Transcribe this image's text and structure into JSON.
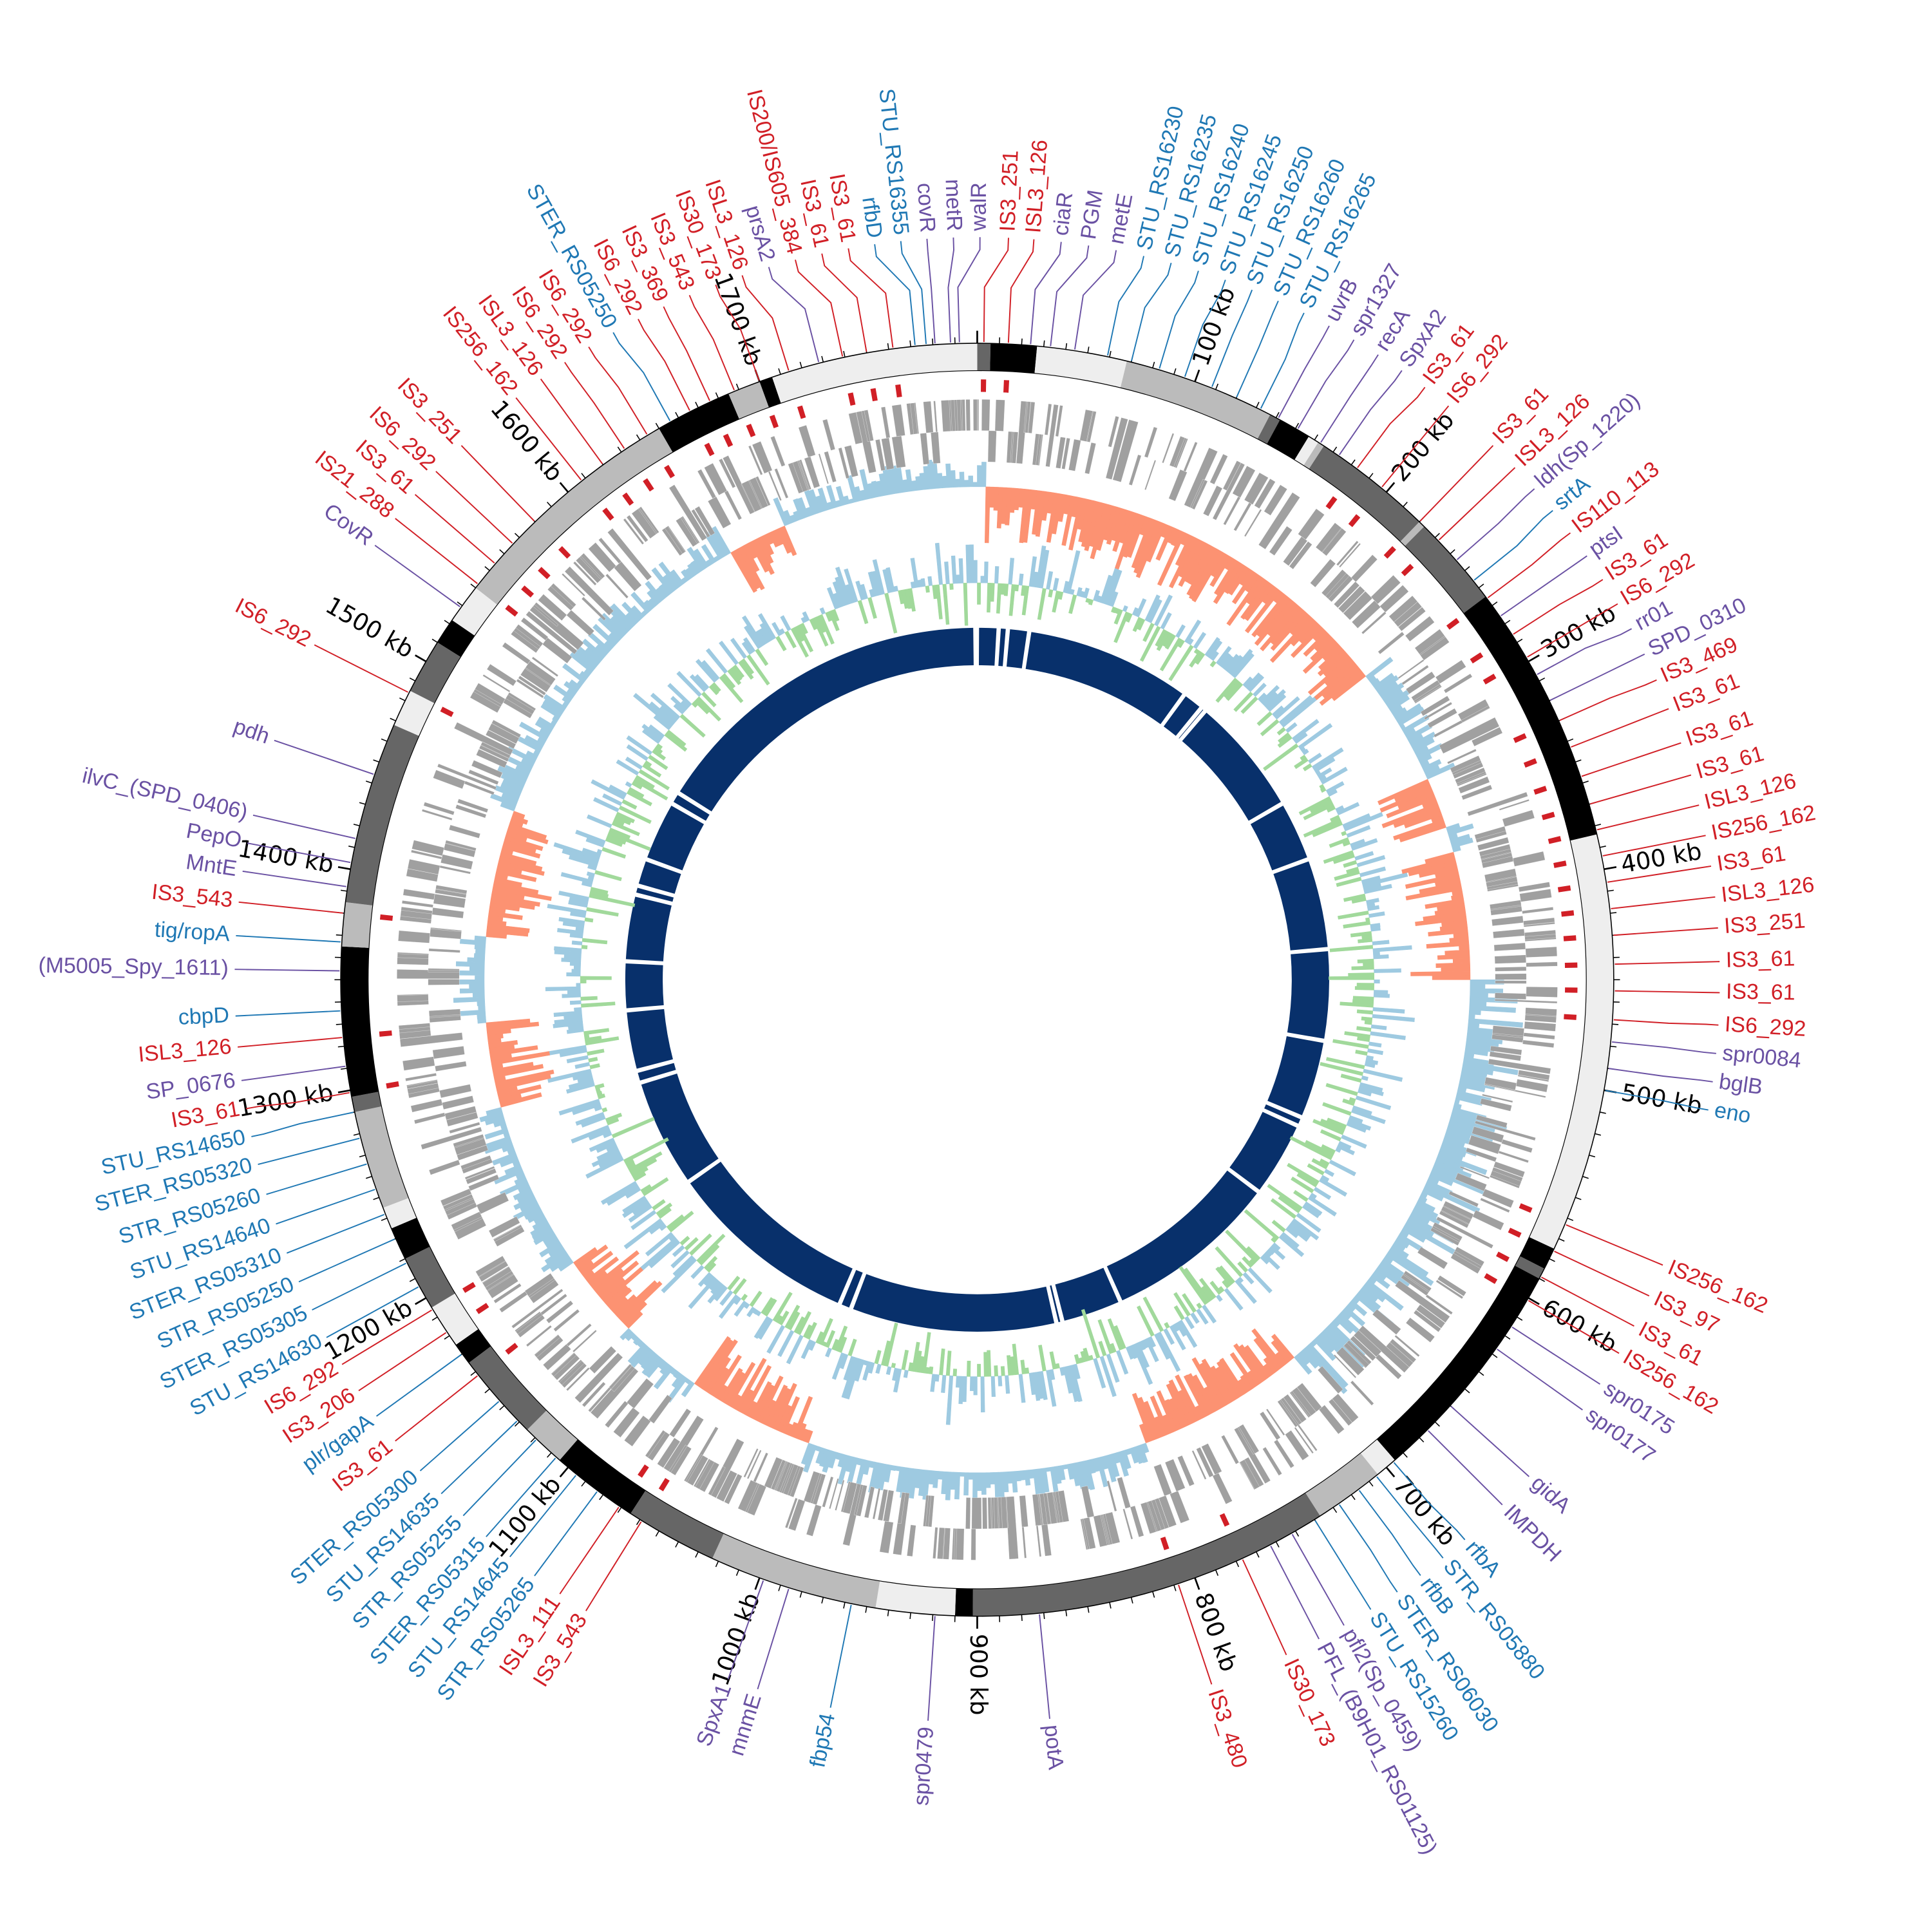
{
  "colors": {
    "is_element": "#d11f26",
    "gene_purple": "#6a51a3",
    "gene_blue": "#1f78b4",
    "skew_positive": "#9ecae1",
    "skew_negative": "#fc9272",
    "gc_positive": "#9ecae1",
    "gc_negative": "#a1d99b",
    "core_ring": "#08306b",
    "gene_blocks": "#a0a0a0"
  },
  "kb_unit": "kb",
  "kb_ticks": [
    100,
    200,
    300,
    400,
    500,
    600,
    700,
    800,
    900,
    1000,
    1100,
    1200,
    1300,
    1400,
    1500,
    1600,
    1700
  ],
  "ideogram_bands": [
    [
      0,
      6,
      "#666666"
    ],
    [
      6,
      27,
      "#000000"
    ],
    [
      27,
      68,
      "#eeeeee"
    ],
    [
      68,
      137,
      "#bbbbbb"
    ],
    [
      137,
      142,
      "#666666"
    ],
    [
      142,
      157,
      "#000000"
    ],
    [
      157,
      162,
      "#eeeeee"
    ],
    [
      162,
      165,
      "#bbbbbb"
    ],
    [
      165,
      220,
      "#666666"
    ],
    [
      220,
      223,
      "#bbbbbb"
    ],
    [
      223,
      265,
      "#666666"
    ],
    [
      265,
      384,
      "#000000"
    ],
    [
      384,
      575,
      "#eeeeee"
    ],
    [
      575,
      585,
      "#000000"
    ],
    [
      585,
      590,
      "#666666"
    ],
    [
      590,
      695,
      "#000000"
    ],
    [
      695,
      705,
      "#eeeeee"
    ],
    [
      705,
      737,
      "#bbbbbb"
    ],
    [
      737,
      902,
      "#666666"
    ],
    [
      902,
      910,
      "#000000"
    ],
    [
      910,
      946,
      "#eeeeee"
    ],
    [
      946,
      1023,
      "#bbbbbb"
    ],
    [
      1023,
      1065,
      "#666666"
    ],
    [
      1065,
      1105,
      "#000000"
    ],
    [
      1105,
      1125,
      "#bbbbbb"
    ],
    [
      1125,
      1165,
      "#666666"
    ],
    [
      1165,
      1175,
      "#000000"
    ],
    [
      1175,
      1195,
      "#eeeeee"
    ],
    [
      1195,
      1220,
      "#666666"
    ],
    [
      1220,
      1235,
      "#000000"
    ],
    [
      1235,
      1245,
      "#eeeeee"
    ],
    [
      1245,
      1290,
      "#bbbbbb"
    ],
    [
      1290,
      1297,
      "#666666"
    ],
    [
      1297,
      1365,
      "#000000"
    ],
    [
      1365,
      1385,
      "#bbbbbb"
    ],
    [
      1385,
      1468,
      "#666666"
    ],
    [
      1468,
      1485,
      "#eeeeee"
    ],
    [
      1485,
      1510,
      "#666666"
    ],
    [
      1510,
      1522,
      "#000000"
    ],
    [
      1522,
      1540,
      "#eeeeee"
    ],
    [
      1540,
      1650,
      "#bbbbbb"
    ],
    [
      1650,
      1685,
      "#000000"
    ],
    [
      1685,
      1700,
      "#bbbbbb"
    ],
    [
      1700,
      1706,
      "#000000"
    ],
    [
      1706,
      1800,
      "#eeeeee"
    ]
  ],
  "labels": [
    {
      "text": "IS3_251",
      "kb": 3,
      "t": "r"
    },
    {
      "text": "ISL3_126",
      "kb": 14,
      "t": "r"
    },
    {
      "text": "ciaR",
      "kb": 24,
      "t": "p"
    },
    {
      "text": "PGM",
      "kb": 33,
      "t": "p"
    },
    {
      "text": "metE",
      "kb": 44,
      "t": "p"
    },
    {
      "text": "STU_RS16230",
      "kb": 59,
      "t": "b"
    },
    {
      "text": "STU_RS16235",
      "kb": 70,
      "t": "b"
    },
    {
      "text": "STU_RS16240",
      "kb": 83,
      "t": "b"
    },
    {
      "text": "STU_RS16245",
      "kb": 95,
      "t": "b"
    },
    {
      "text": "STU_RS16250",
      "kb": 108,
      "t": "b"
    },
    {
      "text": "STU_RS16260",
      "kb": 120,
      "t": "b"
    },
    {
      "text": "STU_RS16265",
      "kb": 132,
      "t": "b"
    },
    {
      "text": "uvrB",
      "kb": 141,
      "t": "p"
    },
    {
      "text": "spr1327",
      "kb": 151,
      "t": "p"
    },
    {
      "text": "recA",
      "kb": 163,
      "t": "p"
    },
    {
      "text": "SpxA2",
      "kb": 173,
      "t": "p"
    },
    {
      "text": "IS3_61",
      "kb": 183,
      "t": "r"
    },
    {
      "text": "IS6_292",
      "kb": 197,
      "t": "r"
    },
    {
      "text": "IS3_61",
      "kb": 220,
      "t": "r"
    },
    {
      "text": "ISL3_126",
      "kb": 232,
      "t": "r"
    },
    {
      "text": "ldh(Sp_1220)",
      "kb": 244,
      "t": "p"
    },
    {
      "text": "srtA",
      "kb": 256,
      "t": "b"
    },
    {
      "text": "IS110_113",
      "kb": 266,
      "t": "r"
    },
    {
      "text": "ptsI",
      "kb": 276,
      "t": "p"
    },
    {
      "text": "IS3_61",
      "kb": 286,
      "t": "r"
    },
    {
      "text": "IS6_292",
      "kb": 298,
      "t": "r"
    },
    {
      "text": "rr01",
      "kb": 307,
      "t": "p"
    },
    {
      "text": "SPD_0310",
      "kb": 320,
      "t": "p"
    },
    {
      "text": "IS3_469",
      "kb": 330,
      "t": "r"
    },
    {
      "text": "IS3_61",
      "kb": 343,
      "t": "r"
    },
    {
      "text": "IS3_61",
      "kb": 357,
      "t": "r"
    },
    {
      "text": "IS3_61",
      "kb": 370,
      "t": "r"
    },
    {
      "text": "ISL3_126",
      "kb": 382,
      "t": "r"
    },
    {
      "text": "IS256_162",
      "kb": 394,
      "t": "r"
    },
    {
      "text": "IS3_61",
      "kb": 406,
      "t": "r"
    },
    {
      "text": "ISL3_126",
      "kb": 418,
      "t": "r"
    },
    {
      "text": "IS3_251",
      "kb": 430,
      "t": "r"
    },
    {
      "text": "IS3_61",
      "kb": 443,
      "t": "r"
    },
    {
      "text": "IS3_61",
      "kb": 455,
      "t": "r"
    },
    {
      "text": "IS6_292",
      "kb": 468,
      "t": "r"
    },
    {
      "text": "spr0084",
      "kb": 478,
      "t": "p"
    },
    {
      "text": "bglB",
      "kb": 490,
      "t": "p"
    },
    {
      "text": "eno",
      "kb": 500,
      "t": "b"
    },
    {
      "text": "IS256_162",
      "kb": 563,
      "t": "r"
    },
    {
      "text": "IS3_97",
      "kb": 576,
      "t": "r"
    },
    {
      "text": "IS3_61",
      "kb": 589,
      "t": "r"
    },
    {
      "text": "IS256_162",
      "kb": 601,
      "t": "r"
    },
    {
      "text": "spr0175",
      "kb": 615,
      "t": "p"
    },
    {
      "text": "spr0177",
      "kb": 627,
      "t": "p"
    },
    {
      "text": "gidA",
      "kb": 660,
      "t": "p"
    },
    {
      "text": "IMPDH",
      "kb": 675,
      "t": "p"
    },
    {
      "text": "rfbA",
      "kb": 696,
      "t": "b"
    },
    {
      "text": "STR_RS05880",
      "kb": 706,
      "t": "b"
    },
    {
      "text": "rfbB",
      "kb": 716,
      "t": "b"
    },
    {
      "text": "STER_RS06030",
      "kb": 727,
      "t": "b"
    },
    {
      "text": "STU_RS15260",
      "kb": 740,
      "t": "b"
    },
    {
      "text": "pfl2(Sp_0459)",
      "kb": 752,
      "t": "p"
    },
    {
      "text": "PFL_(B9H01_RS01125)",
      "kb": 763,
      "t": "p"
    },
    {
      "text": "IS30_173",
      "kb": 777,
      "t": "r"
    },
    {
      "text": "IS3_480",
      "kb": 808,
      "t": "r"
    },
    {
      "text": "potA",
      "kb": 872,
      "t": "p"
    },
    {
      "text": "spr0479",
      "kb": 919,
      "t": "p"
    },
    {
      "text": "fbp54",
      "kb": 957,
      "t": "b"
    },
    {
      "text": "mnmE",
      "kb": 986,
      "t": "p"
    },
    {
      "text": "SpxA1",
      "kb": 998,
      "t": "p"
    },
    {
      "text": "IS3_543",
      "kb": 1059,
      "t": "r"
    },
    {
      "text": "ISL3_111",
      "kb": 1071,
      "t": "r"
    },
    {
      "text": "STR_RS05265",
      "kb": 1083,
      "t": "b"
    },
    {
      "text": "STU_RS14645",
      "kb": 1095,
      "t": "b"
    },
    {
      "text": "STER_RS05315",
      "kb": 1107,
      "t": "b"
    },
    {
      "text": "STR_RS05255",
      "kb": 1119,
      "t": "b"
    },
    {
      "text": "STU_RS14635",
      "kb": 1131,
      "t": "b"
    },
    {
      "text": "STER_RS05300",
      "kb": 1143,
      "t": "b"
    },
    {
      "text": "IS3_61",
      "kb": 1158,
      "t": "r"
    },
    {
      "text": "plr/gapA",
      "kb": 1170,
      "t": "b"
    },
    {
      "text": "IS3_206",
      "kb": 1182,
      "t": "r"
    },
    {
      "text": "IS6_292",
      "kb": 1194,
      "t": "r"
    },
    {
      "text": "STU_RS14630",
      "kb": 1206,
      "t": "b"
    },
    {
      "text": "STER_RS05305",
      "kb": 1218,
      "t": "b"
    },
    {
      "text": "STR_RS05250",
      "kb": 1230,
      "t": "b"
    },
    {
      "text": "STER_RS05310",
      "kb": 1242,
      "t": "b"
    },
    {
      "text": "STU_RS14640",
      "kb": 1254,
      "t": "b"
    },
    {
      "text": "STR_RS05260",
      "kb": 1266,
      "t": "b"
    },
    {
      "text": "STER_RS05320",
      "kb": 1278,
      "t": "b"
    },
    {
      "text": "STU_RS14650",
      "kb": 1290,
      "t": "b"
    },
    {
      "text": "IS3_61",
      "kb": 1299,
      "t": "r"
    },
    {
      "text": "SP_0676",
      "kb": 1311,
      "t": "p"
    },
    {
      "text": "ISL3_126",
      "kb": 1324,
      "t": "r"
    },
    {
      "text": "cbpD",
      "kb": 1336,
      "t": "b"
    },
    {
      "text": "(M5005_Spy_1611)",
      "kb": 1354,
      "t": "p"
    },
    {
      "text": "tig/ropA",
      "kb": 1367,
      "t": "b"
    },
    {
      "text": "IS3_543",
      "kb": 1380,
      "t": "r"
    },
    {
      "text": "MntE",
      "kb": 1392,
      "t": "p"
    },
    {
      "text": "PepO",
      "kb": 1403,
      "t": "p"
    },
    {
      "text": "ilvC_(SPD_0406)",
      "kb": 1414,
      "t": "p"
    },
    {
      "text": "pdh",
      "kb": 1444,
      "t": "p"
    },
    {
      "text": "IS6_292",
      "kb": 1484,
      "t": "r"
    },
    {
      "text": "CovR",
      "kb": 1529,
      "t": "p"
    },
    {
      "text": "IS21_288",
      "kb": 1542,
      "t": "r"
    },
    {
      "text": "IS3_61",
      "kb": 1554,
      "t": "r"
    },
    {
      "text": "IS6_292",
      "kb": 1566,
      "t": "r"
    },
    {
      "text": "IS3_251",
      "kb": 1580,
      "t": "r"
    },
    {
      "text": "IS256_162",
      "kb": 1608,
      "t": "r"
    },
    {
      "text": "ISL3_126",
      "kb": 1620,
      "t": "r"
    },
    {
      "text": "IS6_292",
      "kb": 1632,
      "t": "r"
    },
    {
      "text": "IS6_292",
      "kb": 1644,
      "t": "r"
    },
    {
      "text": "STER_RS05250",
      "kb": 1656,
      "t": "b"
    },
    {
      "text": "IS6_292",
      "kb": 1666,
      "t": "r"
    },
    {
      "text": "IS3_369",
      "kb": 1676,
      "t": "r"
    },
    {
      "text": "IS3_543",
      "kb": 1688,
      "t": "r"
    },
    {
      "text": "IS30_173",
      "kb": 1700,
      "t": "r"
    },
    {
      "text": "ISL3_126",
      "kb": 1714,
      "t": "r"
    },
    {
      "text": "prsA2",
      "kb": 1728,
      "t": "p"
    },
    {
      "text": "IS200/IS605_384",
      "kb": 1739,
      "t": "r"
    },
    {
      "text": "IS3_61",
      "kb": 1750,
      "t": "r"
    },
    {
      "text": "IS3_61",
      "kb": 1762,
      "t": "r"
    },
    {
      "text": "rfbD",
      "kb": 1772,
      "t": "b"
    },
    {
      "text": "STU_RS16355",
      "kb": 1777,
      "t": "b"
    },
    {
      "text": "covR",
      "kb": 1781,
      "t": "p"
    },
    {
      "text": "metR",
      "kb": 1788,
      "t": "p"
    },
    {
      "text": "walR",
      "kb": 1792,
      "t": "p"
    }
  ]
}
